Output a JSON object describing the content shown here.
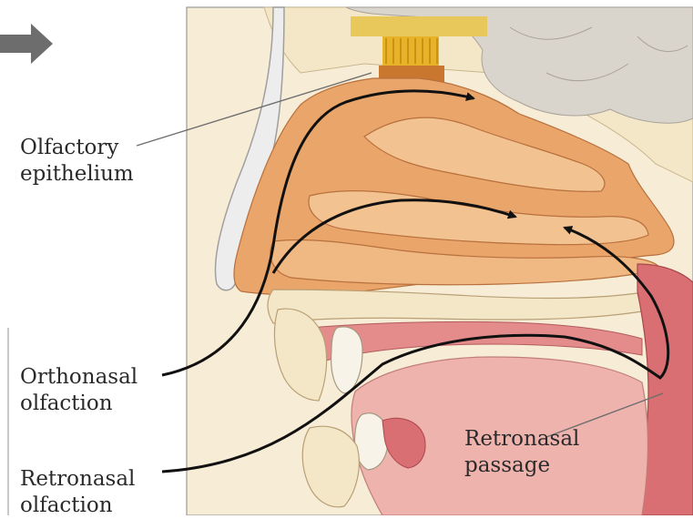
{
  "labels": {
    "olfactory_epithelium": [
      "Olfactory",
      "epithelium"
    ],
    "orthonasal_olfaction": [
      "Orthonasal",
      "olfaction"
    ],
    "retronasal_olfaction": [
      "Retronasal",
      "olfaction"
    ],
    "retronasal_passage": [
      "Retronasal",
      "passage"
    ]
  },
  "colors": {
    "nasal_cavity": "#e9a56a",
    "nasal_cavity_dark": "#d98c52",
    "bone": "#f3e7c8",
    "brain": "#d9d4cc",
    "olfactory_bulb": "#e8b329",
    "pharynx": "#d96f73",
    "tongue": "#efb3ae",
    "airflow_arrow": "#111111",
    "pointer_arrow": "#6d6d6d"
  }
}
